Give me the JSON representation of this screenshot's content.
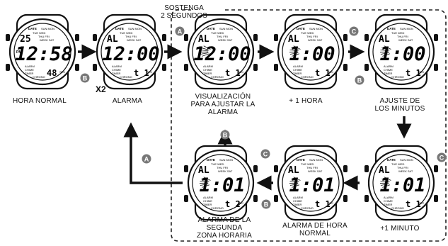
{
  "header": {
    "hold_text": "SOSTENGA\n2 SEGUNDOS"
  },
  "multiplier": "X2",
  "buttons": {
    "a": "A",
    "b": "B",
    "c": "C"
  },
  "watch_text": {
    "date": "DATE",
    "sun": "SUN",
    "mon": "MON",
    "tue": "TUE",
    "wed": "WED",
    "thu": "THU",
    "fri": "FRI",
    "sat": "SAT",
    "week": "WEEK",
    "alarm": "ALARM",
    "chime": "CHIME",
    "timer": "TIMER",
    "chrono": "CHRONO",
    "pm": "PM",
    "sec": "SEC"
  },
  "watches": [
    {
      "id": "normal",
      "top": "25",
      "time": "12:58",
      "sub": "48",
      "label": "HORA NORMAL"
    },
    {
      "id": "alarm",
      "top": "AL",
      "time": "12:00",
      "sub": "t 1",
      "label": "ALARMA"
    },
    {
      "id": "adjust",
      "top": "AL",
      "time": "12:00",
      "sub": "t 1",
      "label": "VISUALIZACIÓN\nPARA AJUSTAR LA\nALARMA"
    },
    {
      "id": "plus-hour",
      "top": "AL",
      "time": "1:00",
      "sub": "t 1",
      "label": "+ 1 HORA"
    },
    {
      "id": "minutes",
      "top": "AL",
      "time": "1:00",
      "sub": "t 1",
      "label": "AJUSTE DE\nLOS MINUTOS"
    },
    {
      "id": "plus-minute",
      "top": "AL",
      "time": "1:01",
      "sub": "t 1",
      "label": "+1 MINUTO"
    },
    {
      "id": "normal-alarm",
      "top": "AL",
      "time": "1:01",
      "sub": "t 1",
      "label": "ALARMA DE HORA\nNORMAL"
    },
    {
      "id": "second-zone",
      "top": "AL",
      "time": "1:01",
      "sub": "t 2",
      "label": "ALARMA DE LA\nSEGUNDA\nZONA HORARIA"
    }
  ]
}
